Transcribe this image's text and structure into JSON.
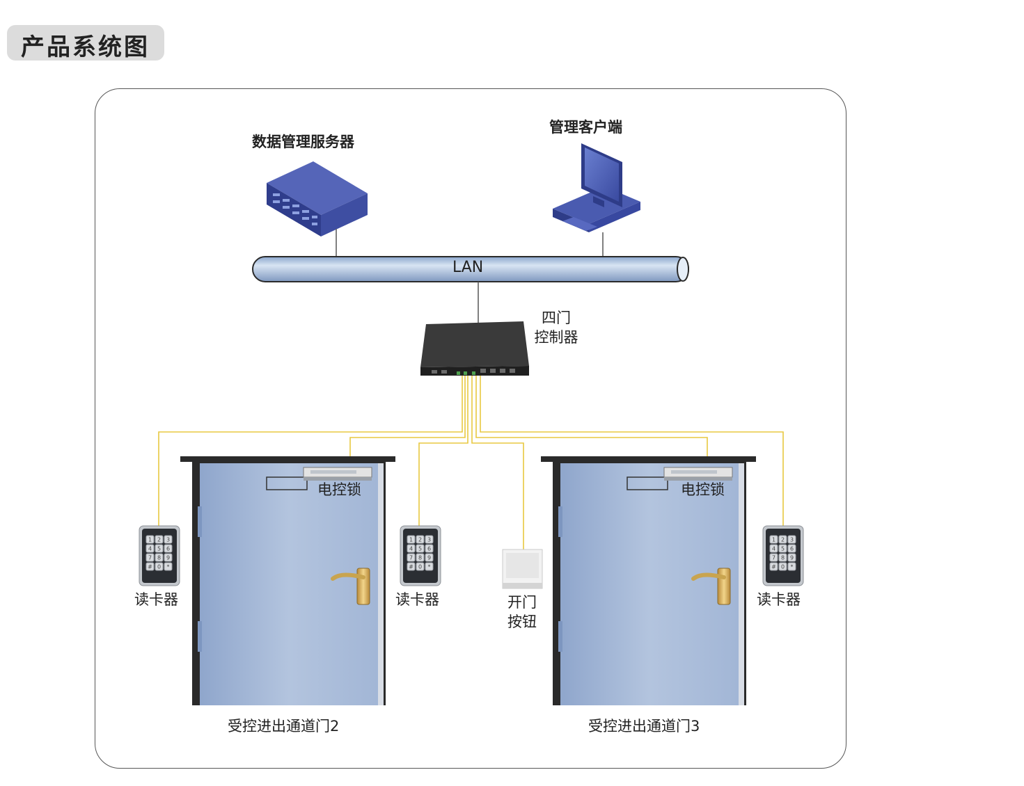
{
  "page_title": "产品系统图",
  "diagram": {
    "server_label": "数据管理服务器",
    "client_label": "管理客户端",
    "network_label": "LAN",
    "controller_label": [
      "四门",
      "控制器"
    ],
    "lock_label_left": "电控锁",
    "lock_label_right": "电控锁",
    "reader_label_1": "读卡器",
    "reader_label_2": "读卡器",
    "reader_label_3": "读卡器",
    "exit_button_label": [
      "开门",
      "按钮"
    ],
    "door_left_label": "受控进出通道门2",
    "door_right_label": "受控进出通道门3",
    "keypad_keys": [
      "1",
      "2",
      "3",
      "4",
      "5",
      "6",
      "7",
      "8",
      "9",
      "#",
      "0",
      "*"
    ],
    "colors": {
      "wire": "#e8c840",
      "door_fill": "#a6b9d8",
      "door_frame": "#2a2a2a",
      "server_blue": "#3f4fa0",
      "lan_pipe": "#b8cbe4"
    }
  }
}
